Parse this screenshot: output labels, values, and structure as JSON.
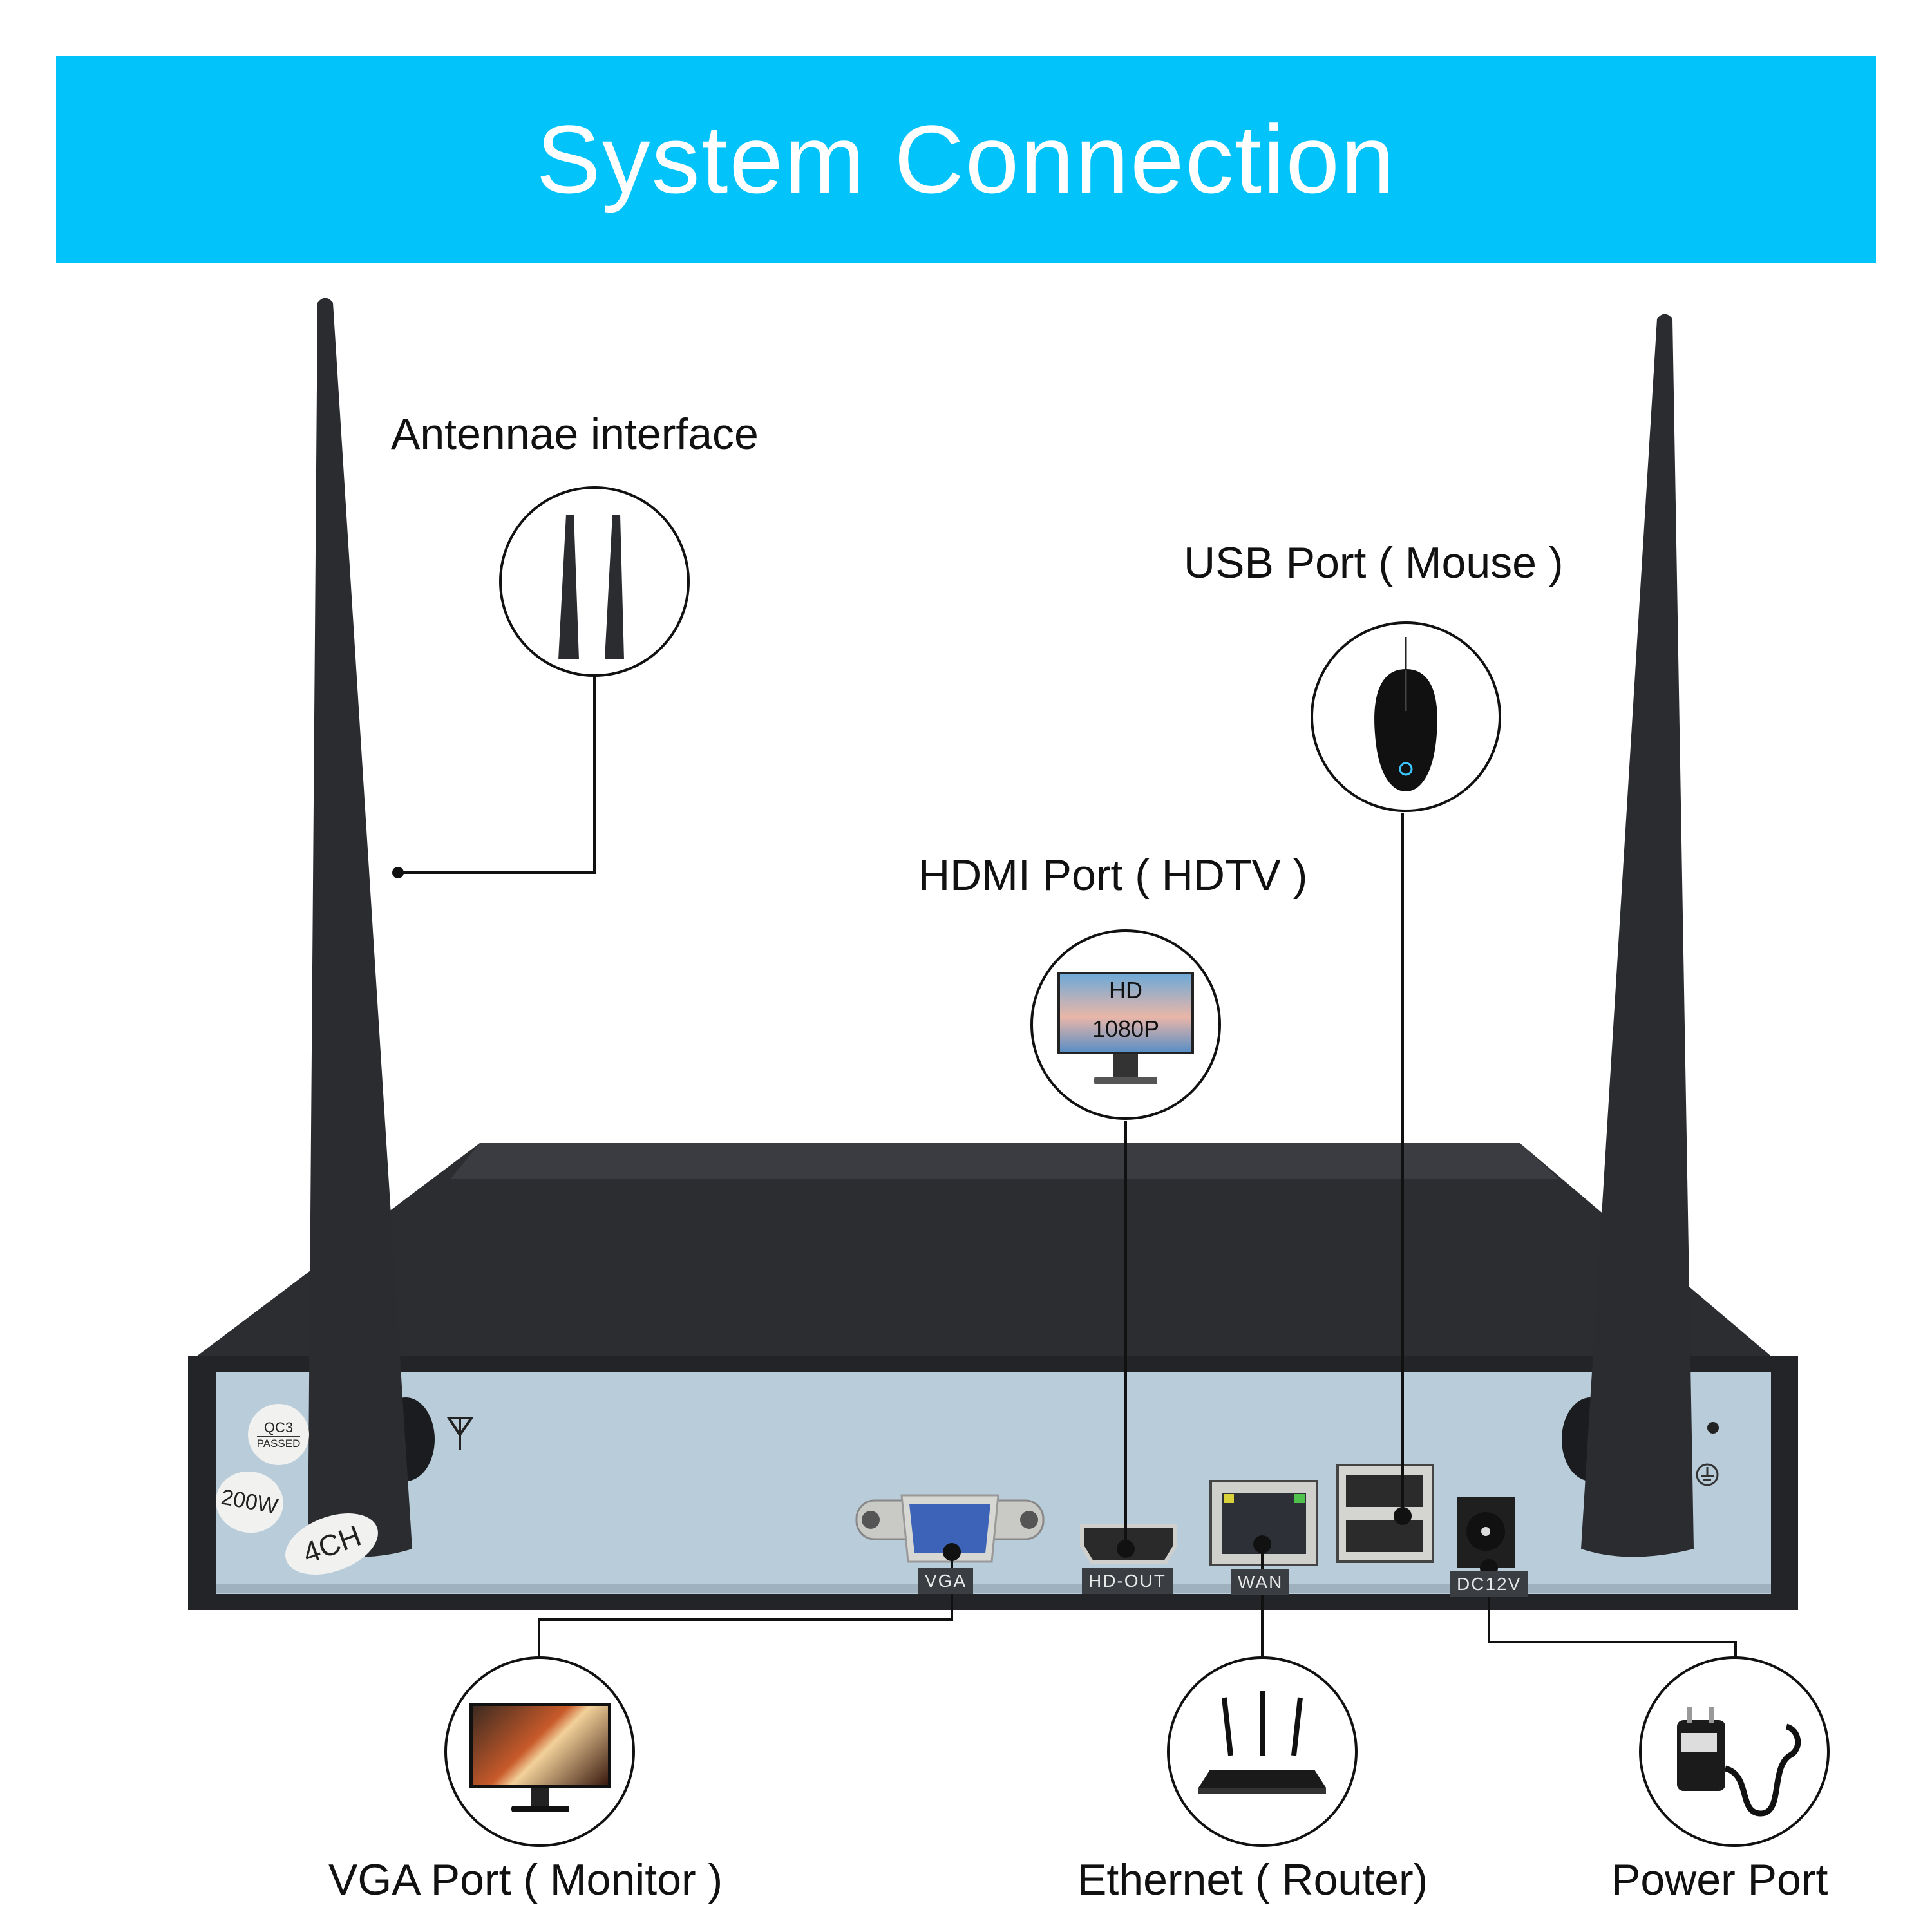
{
  "header": {
    "title": "System Connection",
    "background_color": "#02c4fb"
  },
  "callouts": {
    "antennae": {
      "label": "Antennae interface",
      "icon": "antenna-pair-icon"
    },
    "usb": {
      "label": "USB Port ( Mouse )",
      "icon": "mouse-icon"
    },
    "hdmi": {
      "label": "HDMI Port ( HDTV )",
      "icon": "hd-monitor-icon",
      "screen_line1": "HD",
      "screen_line2": "1080P"
    },
    "vga": {
      "label": "VGA Port ( Monitor )",
      "icon": "monitor-icon"
    },
    "ethernet": {
      "label": "Ethernet ( Router)",
      "icon": "router-icon"
    },
    "power": {
      "label": "Power Port",
      "icon": "power-adapter-icon"
    }
  },
  "device": {
    "stickers": {
      "qc_top": "QC3",
      "qc_bottom": "PASSED",
      "power": "200W",
      "channels": "4CH"
    },
    "ports": [
      {
        "name": "vga",
        "label": "VGA"
      },
      {
        "name": "hdmi",
        "label": "HD-OUT"
      },
      {
        "name": "wan",
        "label": "WAN"
      },
      {
        "name": "usb",
        "label": ""
      },
      {
        "name": "dc",
        "label": "DC12V"
      }
    ]
  }
}
